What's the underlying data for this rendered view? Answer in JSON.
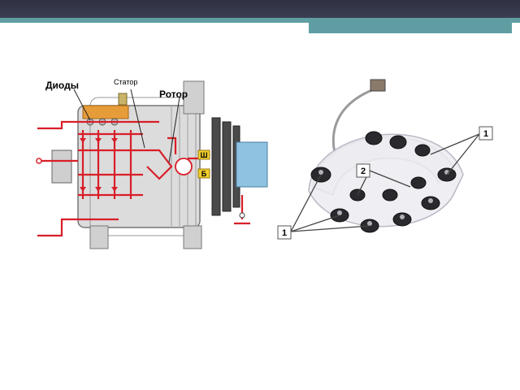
{
  "slide": {
    "accent_colors": {
      "top_bar": "#34374a",
      "teal": "#5e9ea3",
      "wire": "#d81e28"
    }
  },
  "diagram_left": {
    "labels": {
      "diodes": "Диоды",
      "stator": "Статор",
      "rotor": "Ротор"
    },
    "terminal_letters": [
      "Ш",
      "Б"
    ]
  },
  "diagram_right": {
    "callouts": [
      "1",
      "2",
      "1"
    ]
  }
}
